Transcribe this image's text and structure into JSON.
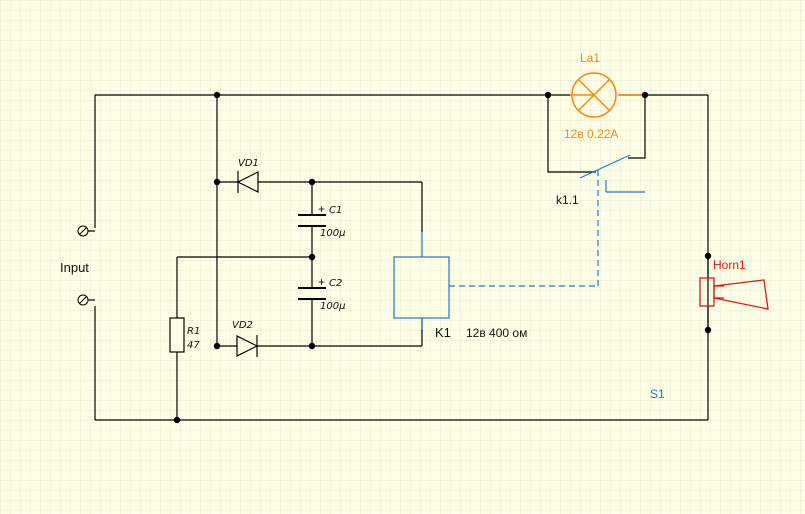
{
  "labels": {
    "input": "Input",
    "vd1": "VD1",
    "vd2": "VD2",
    "c1": "C1",
    "c1_value": "100µ",
    "c2": "C2",
    "c2_value": "100µ",
    "r1": "R1",
    "r1_value": "47",
    "la1": "La1",
    "la1_rating": "12в 0.22A",
    "k11": "k1.1",
    "k1": "K1",
    "k1_rating": "12в 400 ом",
    "horn1": "Horn1",
    "s1": "S1",
    "plus": "+"
  },
  "colors": {
    "wire": "#000000",
    "grid": "#e4e4c8",
    "lamp": "#f08a10",
    "horn": "#d81818",
    "relay": "#1a78c8"
  }
}
